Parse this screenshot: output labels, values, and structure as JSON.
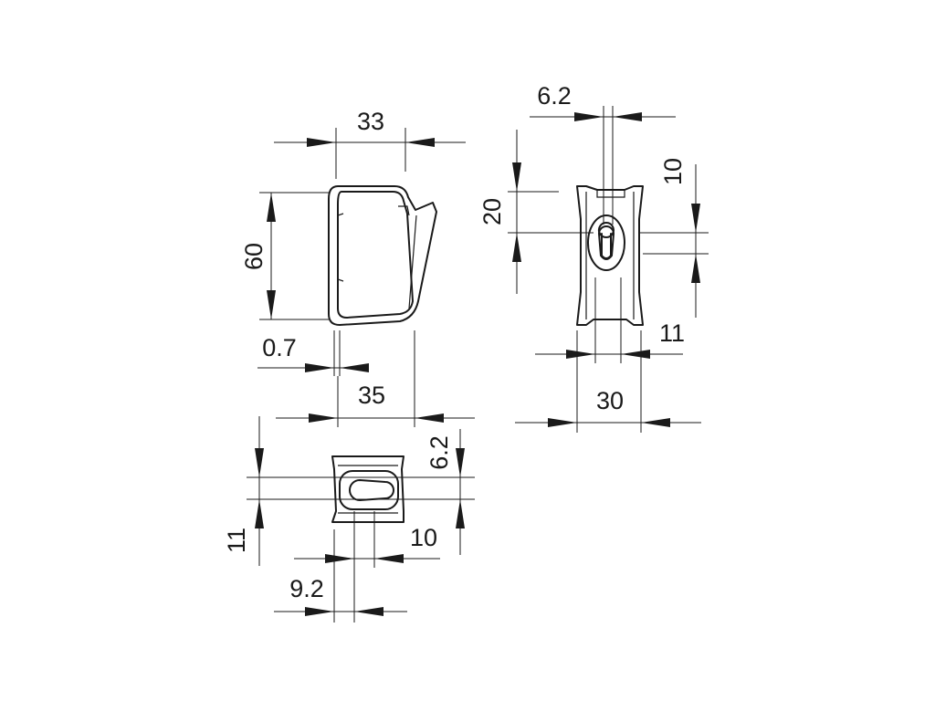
{
  "drawing": {
    "background": "#ffffff",
    "line_color": "#1a1a1a",
    "side_view": {
      "width": "33",
      "height": "60",
      "thickness": "0.7",
      "overall": "35"
    },
    "front_view": {
      "slot_width": "6.2",
      "slot_offset": "20",
      "hole_height": "10",
      "hole_offset": "11",
      "width": "30"
    },
    "bottom_view": {
      "slot_width": "6.2",
      "hole_offset": "11",
      "hole_width": "10",
      "edge_offset": "9.2"
    }
  }
}
